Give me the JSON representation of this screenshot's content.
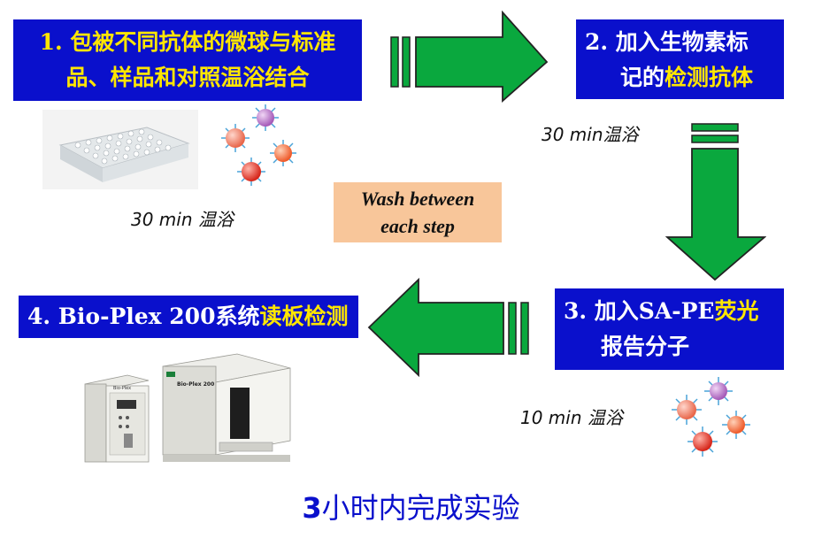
{
  "steps": {
    "s1": {
      "line1": "1. 包被不同抗体的微球与标准",
      "line2": "品、样品和对照温浴结合"
    },
    "s2": {
      "line1": "2. 加入生物素标",
      "line2a": "记的",
      "line2b": "检测抗体"
    },
    "s3": {
      "line1a": "3. 加入SA-PE",
      "line1b": "荧光",
      "line2": "报告分子"
    },
    "s4": {
      "a": "4. Bio-Plex 200系统",
      "b": "读板检测"
    }
  },
  "notes": {
    "n1": "30 min 温浴",
    "n2": "30 min温浴",
    "n3": "10 min 温浴"
  },
  "wash": {
    "line1": "Wash between",
    "line2": "each step"
  },
  "summary": {
    "num": "3",
    "text": "小时内完成实验"
  },
  "instrument": {
    "label_left": "Bio-Plex",
    "label_right": "Bio-Plex 200"
  },
  "colors": {
    "step_bg": "#0a10cc",
    "highlight": "#ffe600",
    "arrow": "#0aa83e",
    "wash_bg": "#f8c69a"
  },
  "icons": [
    "microplate-image",
    "beads-image",
    "instrument-image",
    "arrow-right",
    "arrow-down",
    "arrow-left"
  ]
}
